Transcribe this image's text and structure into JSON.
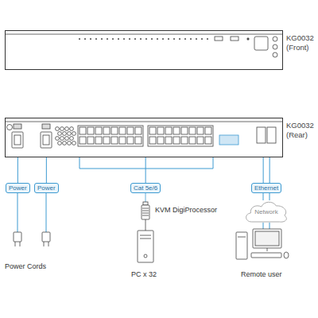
{
  "diagram": {
    "nodes": [
      {
        "text": [
          "KG0032 (Front)"
        ]
      },
      {
        "text": [
          "KG0032 (Rear)"
        ]
      },
      {
        "text": [
          "Power"
        ]
      },
      {
        "text": [
          "Power"
        ]
      },
      {
        "text": [
          "Cat 5e/6"
        ]
      },
      {
        "text": [
          "Ethernet"
        ]
      },
      {
        "text": [
          "Network"
        ]
      }
    ],
    "edges": [
      {
        "from": 1,
        "to": 2,
        "arrow": "none"
      },
      {
        "from": 1,
        "to": 3,
        "arrow": "none"
      },
      {
        "from": 1,
        "to": 4,
        "arrow": "none"
      },
      {
        "from": 1,
        "to": 5,
        "arrow": "none"
      },
      {
        "from": 5,
        "to": 6,
        "arrow": "none"
      }
    ],
    "labels": [
      "KVM DigiProcessor",
      "Power Cords",
      "PC x 32",
      "Remote user"
    ]
  }
}
